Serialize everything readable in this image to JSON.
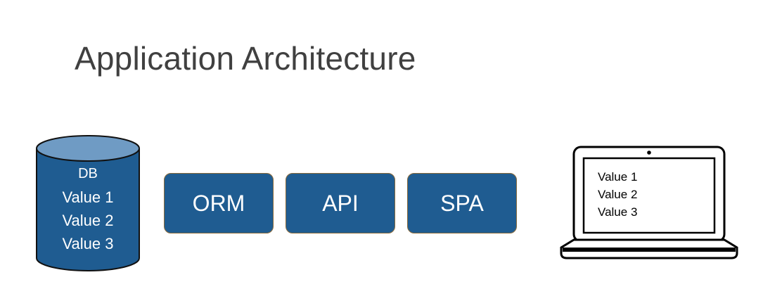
{
  "title": "Application Architecture",
  "database": {
    "label": "DB",
    "values": [
      "Value 1",
      "Value 2",
      "Value 3"
    ]
  },
  "pipeline": [
    {
      "label": "ORM"
    },
    {
      "label": "API"
    },
    {
      "label": "SPA"
    }
  ],
  "client_screen": {
    "values": [
      "Value 1",
      "Value 2",
      "Value 3"
    ]
  },
  "colors": {
    "box_fill": "#1f5c91",
    "box_border": "#8a6a3a",
    "db_top": "#6f9bc4",
    "title_text": "#404040"
  }
}
